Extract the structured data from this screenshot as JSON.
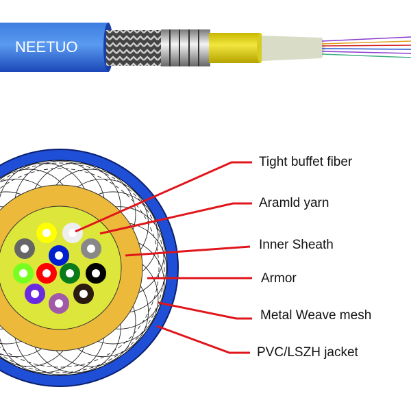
{
  "brand": "NEETUO",
  "labels": [
    "Tight buffet fiber",
    "Aramld yarn",
    "Inner Sheath",
    "Armor",
    "Metal Weave mesh",
    "PVC/LSZH jacket"
  ],
  "colors": {
    "jacket": "#1f4fd6",
    "inner_sheath": "#ecb93b",
    "aramid": "#dde63a",
    "leader": "#e0151b",
    "fibers": [
      "#ffff00",
      "#eeeeee",
      "#666666",
      "#0020d0",
      "#888888",
      "#77ff22",
      "#ff0000",
      "#0a7a1a",
      "#000000",
      "#6a2be0",
      "#2a1a10",
      "#a05aa8"
    ]
  }
}
